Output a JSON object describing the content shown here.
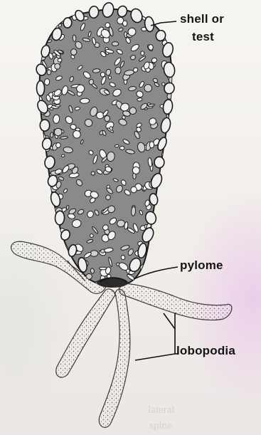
{
  "labels": {
    "shell_line1": "shell or",
    "shell_line2": "test",
    "pylome": "pylome",
    "lobopodia": "lobopodia"
  },
  "show_through_text": {
    "line1": "lateral",
    "line2": "spine"
  },
  "colors": {
    "ink": "#1a1a1a",
    "paper": "#f4f1ee",
    "pink_tint": "#ecc8eb",
    "stipple": "#5a5a5a"
  }
}
